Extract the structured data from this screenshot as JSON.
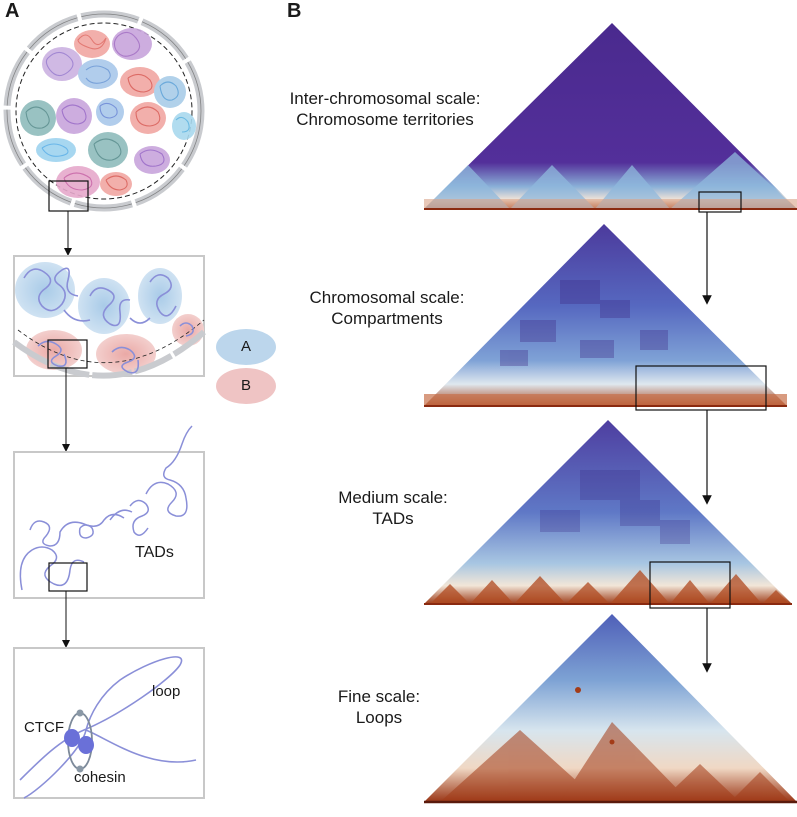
{
  "panels": {
    "a": "A",
    "b": "B"
  },
  "legend": {
    "a_label": "A",
    "b_label": "B",
    "a_color": "#bcd6ec",
    "b_color": "#efc4c4"
  },
  "panel_a": {
    "tads_label": "TADs",
    "ctcf_label": "CTCF",
    "loop_label": "loop",
    "cohesin_label": "cohesin"
  },
  "scales": [
    {
      "line1": "Inter-chromosomal scale:",
      "line2": "Chromosome territories"
    },
    {
      "line1": "Chromosomal scale:",
      "line2": "Compartments"
    },
    {
      "line1": "Medium scale:",
      "line2": "TADs"
    },
    {
      "line1": "Fine scale:",
      "line2": "Loops"
    }
  ],
  "colors": {
    "chromatin": "#8a8fd8",
    "nucleus_ring": "#d9dbdf",
    "heatmap_low": "#4b2a8c",
    "heatmap_high": "#b0481f"
  }
}
